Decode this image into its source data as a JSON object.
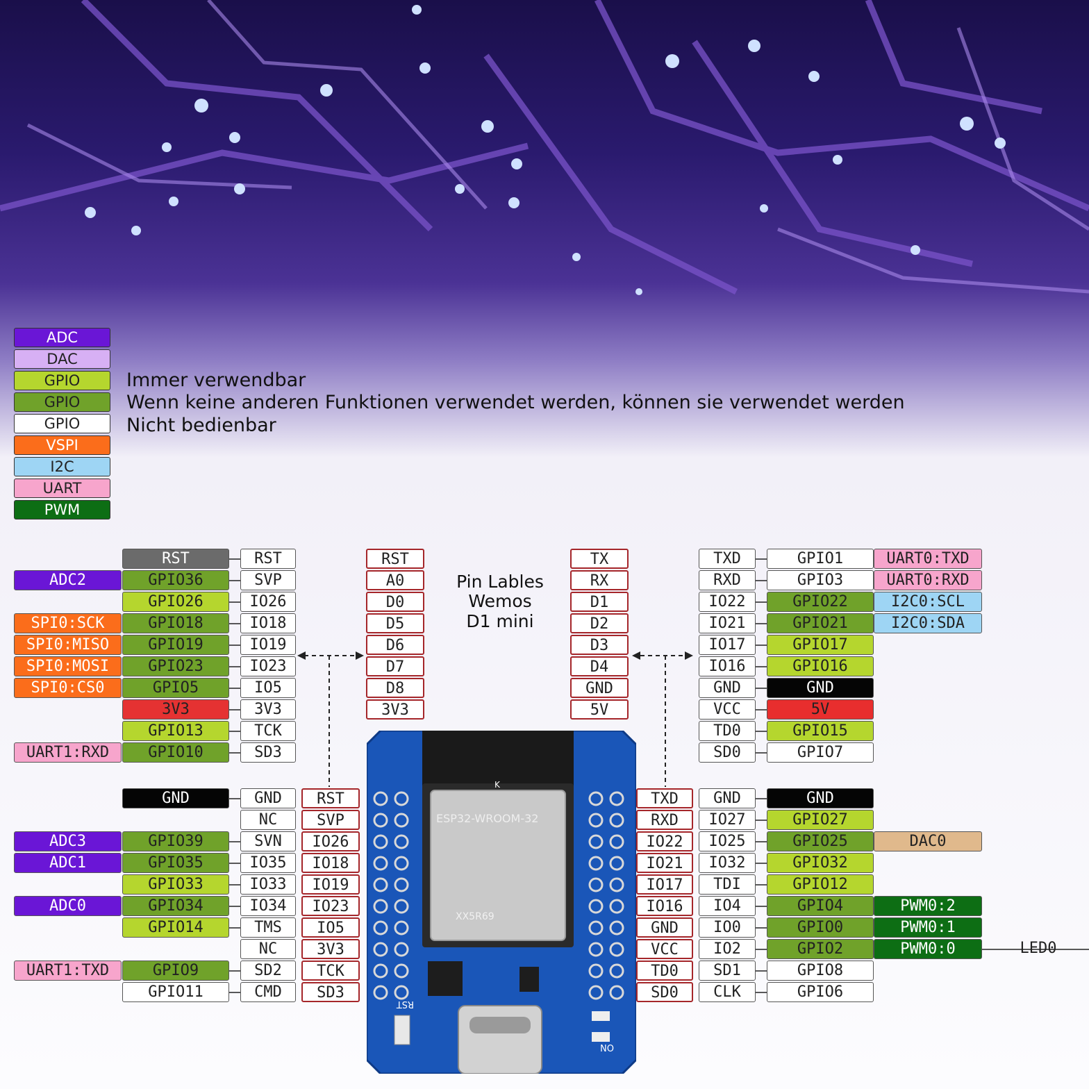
{
  "colors": {
    "adc": "#6a16d6",
    "dac": "#d7b0f4",
    "gpio_light": "#b5d62e",
    "gpio_dark": "#70a22a",
    "gpio_white": "#ffffff",
    "vspi": "#fb6d1b",
    "i2c": "#9ed5f4",
    "uart": "#f7a5cc",
    "pwm": "#0d6e14",
    "rst": "#6b6b6b",
    "v33": "#e53232",
    "v5": "#e82e2e",
    "gnd": "#050505",
    "dac0": "#e0b98c",
    "board_blue": "#1a56b8"
  },
  "legend": {
    "items": [
      {
        "label": "ADC",
        "color": "adc"
      },
      {
        "label": "DAC",
        "color": "dac"
      },
      {
        "label": "GPIO",
        "color": "gpio_light"
      },
      {
        "label": "GPIO",
        "color": "gpio_dark"
      },
      {
        "label": "GPIO",
        "color": "gpio_white"
      },
      {
        "label": "VSPI",
        "color": "vspi"
      },
      {
        "label": "I2C",
        "color": "i2c"
      },
      {
        "label": "UART",
        "color": "uart"
      },
      {
        "label": "PWM",
        "color": "pwm"
      }
    ],
    "descriptions": [
      "Immer verwendbar",
      "Wenn keine anderen Funktionen verwendet werden, können sie verwendet werden",
      "Nicht bedienbar"
    ]
  },
  "center_title": [
    "Pin Lables",
    "Wemos",
    "D1 mini"
  ],
  "top_left": {
    "func": [
      "",
      "ADC2",
      "",
      "SPI0:SCK",
      "SPI0:MISO",
      "SPI0:MOSI",
      "SPI0:CS0",
      "",
      "",
      "UART1:RXD"
    ],
    "gpio": [
      "RST",
      "GPIO36",
      "GPIO26",
      "GPIO18",
      "GPIO19",
      "GPIO23",
      "GPIO5",
      "3V3",
      "GPIO13",
      "GPIO10"
    ],
    "pin": [
      "RST",
      "SVP",
      "IO26",
      "IO18",
      "IO19",
      "IO23",
      "IO5",
      "3V3",
      "TCK",
      "SD3"
    ],
    "wemos": [
      "RST",
      "A0",
      "D0",
      "D5",
      "D6",
      "D7",
      "D8",
      "3V3"
    ]
  },
  "top_right": {
    "wemos": [
      "TX",
      "RX",
      "D1",
      "D2",
      "D3",
      "D4",
      "GND",
      "5V"
    ],
    "pin": [
      "TXD",
      "RXD",
      "IO22",
      "IO21",
      "IO17",
      "IO16",
      "GND",
      "VCC",
      "TD0",
      "SD0"
    ],
    "gpio": [
      "GPIO1",
      "GPIO3",
      "GPIO22",
      "GPIO21",
      "GPIO17",
      "GPIO16",
      "GND",
      "5V",
      "GPIO15",
      "GPIO7"
    ],
    "func": [
      "UART0:TXD",
      "UART0:RXD",
      "I2C0:SCL",
      "I2C0:SDA",
      "",
      "",
      "",
      "",
      "",
      ""
    ]
  },
  "bottom_left": {
    "func": [
      "",
      "",
      "ADC3",
      "ADC1",
      "",
      "ADC0",
      "",
      "",
      "UART1:TXD",
      ""
    ],
    "gpio": [
      "GND",
      "",
      "GPIO39",
      "GPIO35",
      "GPIO33",
      "GPIO34",
      "GPIO14",
      "",
      "GPIO9",
      "GPIO11"
    ],
    "pin": [
      "GND",
      "NC",
      "SVN",
      "IO35",
      "IO33",
      "IO34",
      "TMS",
      "NC",
      "SD2",
      "CMD"
    ],
    "header": [
      "RST",
      "SVP",
      "IO26",
      "IO18",
      "IO19",
      "IO23",
      "IO5",
      "3V3",
      "TCK",
      "SD3"
    ]
  },
  "bottom_right": {
    "header": [
      "TXD",
      "RXD",
      "IO22",
      "IO21",
      "IO17",
      "IO16",
      "GND",
      "VCC",
      "TD0",
      "SD0"
    ],
    "pin": [
      "GND",
      "IO27",
      "IO25",
      "IO32",
      "TDI",
      "IO4",
      "IO0",
      "IO2",
      "SD1",
      "CLK"
    ],
    "gpio": [
      "GND",
      "GPIO27",
      "GPIO25",
      "GPIO32",
      "GPIO12",
      "GPIO4",
      "GPIO0",
      "GPIO2",
      "GPIO8",
      "GPIO6"
    ],
    "func": [
      "",
      "",
      "DAC0",
      "",
      "",
      "PWM0:2",
      "PWM0:1",
      "PWM0:0",
      "",
      ""
    ],
    "led": "LED0"
  },
  "board": {
    "module": "ESP32-WROOM-32",
    "serial": "XX5R69",
    "rst": "RST",
    "on": "ON",
    "k": "K"
  }
}
